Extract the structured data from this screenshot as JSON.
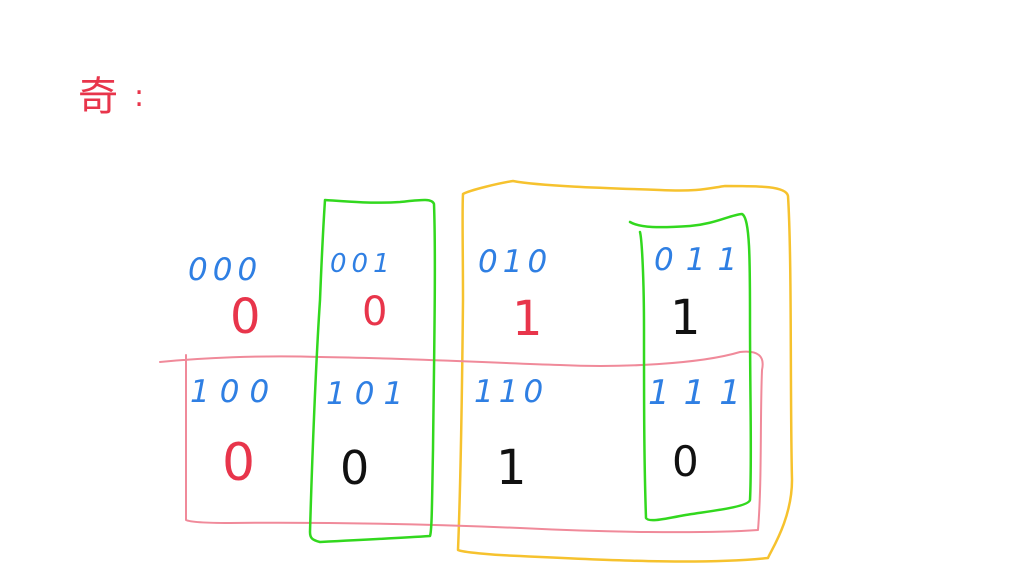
{
  "title": {
    "text": "奇",
    "separator": ":"
  },
  "colors": {
    "title": "#e8354b",
    "code": "#2f7fe3",
    "value_red": "#e8354b",
    "value_black": "#111111",
    "group_green": "#32d81e",
    "group_yellow": "#f6c22e",
    "group_pink": "#f08a9a"
  },
  "cells": [
    {
      "code": "000",
      "value": "0",
      "value_color": "red"
    },
    {
      "code": "001",
      "value": "0",
      "value_color": "red"
    },
    {
      "code": "010",
      "value": "1",
      "value_color": "red"
    },
    {
      "code": "011",
      "value": "1",
      "value_color": "black"
    },
    {
      "code": "100",
      "value": "0",
      "value_color": "red"
    },
    {
      "code": "101",
      "value": "0",
      "value_color": "black"
    },
    {
      "code": "110",
      "value": "1",
      "value_color": "black"
    },
    {
      "code": "111",
      "value": "0",
      "value_color": "black"
    }
  ],
  "groups": [
    {
      "name": "green-column-001-101",
      "color": "green"
    },
    {
      "name": "green-column-011-111",
      "color": "green"
    },
    {
      "name": "yellow-block-010-011-110-111",
      "color": "yellow"
    },
    {
      "name": "pink-row-100-101-110-111",
      "color": "pink"
    }
  ]
}
